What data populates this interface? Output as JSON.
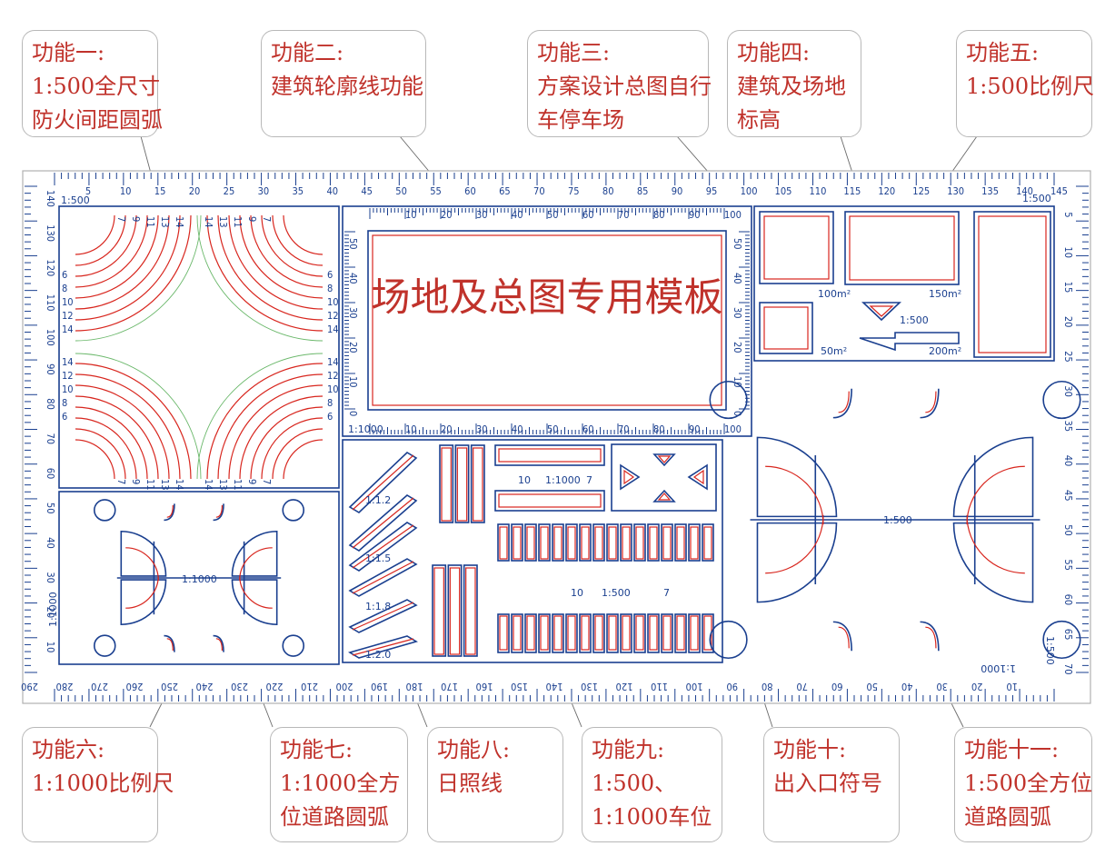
{
  "callouts": [
    {
      "id": "c1",
      "lines": [
        "功能一:",
        "1:500全尺寸",
        "防火间距圆弧"
      ]
    },
    {
      "id": "c2",
      "lines": [
        "功能二:",
        "建筑轮廓线功能"
      ]
    },
    {
      "id": "c3",
      "lines": [
        "功能三:",
        "方案设计总图自行",
        "车停车场"
      ]
    },
    {
      "id": "c4",
      "lines": [
        "功能四:",
        "建筑及场地",
        "标高"
      ]
    },
    {
      "id": "c5",
      "lines": [
        "功能五:",
        "1:500比例尺"
      ]
    },
    {
      "id": "c6",
      "lines": [
        "功能六:",
        "1:1000比例尺"
      ]
    },
    {
      "id": "c7",
      "lines": [
        "功能七:",
        "1:1000全方",
        "位道路圆弧"
      ]
    },
    {
      "id": "c8",
      "lines": [
        "功能八:",
        "日照线"
      ]
    },
    {
      "id": "c9",
      "lines": [
        "功能九:",
        "1:500、",
        "1:1000车位"
      ]
    },
    {
      "id": "c10",
      "lines": [
        "功能十:",
        "出入口符号"
      ]
    },
    {
      "id": "c11",
      "lines": [
        "功能十一:",
        "1:500全方位",
        "道路圆弧"
      ]
    }
  ],
  "template": {
    "title": "场地及总图专用模板",
    "top_ruler_labels": [
      "5",
      "10",
      "15",
      "20",
      "25",
      "30",
      "35",
      "40",
      "45",
      "50",
      "55",
      "60",
      "65",
      "70",
      "75",
      "80",
      "85",
      "90",
      "95",
      "100",
      "105",
      "110",
      "115",
      "120",
      "125",
      "130",
      "135",
      "140",
      "145"
    ],
    "bottom_ruler_labels": [
      "290",
      "280",
      "270",
      "260",
      "250",
      "240",
      "230",
      "220",
      "210",
      "200",
      "190",
      "180",
      "170",
      "160",
      "150",
      "140",
      "130",
      "120",
      "110",
      "100",
      "90",
      "80",
      "70",
      "60",
      "50",
      "40",
      "30",
      "20",
      "10"
    ],
    "left_ruler_labels": [
      "140",
      "130",
      "120",
      "110",
      "100",
      "90",
      "80",
      "70",
      "60",
      "50",
      "40",
      "30",
      "20",
      "10"
    ],
    "right_ruler_labels": [
      "5",
      "10",
      "15",
      "20",
      "25",
      "30",
      "35",
      "40",
      "45",
      "50",
      "55",
      "60",
      "65",
      "70"
    ],
    "scale_labels": {
      "top_left": "1:500",
      "top_right": "1:500",
      "bottom_left": "1:1000",
      "bottom_right_a": "1:1000",
      "bottom_right_b": "1:500",
      "title_ruler": "1:1000"
    },
    "title_ruler_top": [
      "10",
      "20",
      "30",
      "40",
      "50",
      "60",
      "70",
      "80",
      "90",
      "100"
    ],
    "title_ruler_bottom": [
      "10",
      "20",
      "30",
      "40",
      "50",
      "60",
      "70",
      "80",
      "90",
      "100"
    ],
    "title_ruler_side": [
      "50",
      "40",
      "30",
      "20",
      "10",
      "0"
    ],
    "arc_numbers_top": [
      "7",
      "9",
      "11",
      "13",
      "14"
    ],
    "arc_numbers_side": [
      "6",
      "8",
      "10",
      "12",
      "14"
    ],
    "area_labels": [
      "100m²",
      "150m²",
      "50m²",
      "200m²"
    ],
    "elevation_scale": "1:500",
    "road_scale_small": "1:1000",
    "road_scale_large": "1:500",
    "sun_ratios": [
      "1:1.2",
      "1:1.5",
      "1:1.8",
      "1:2.0"
    ],
    "parking_small": {
      "n1": "10",
      "scale": "1:1000",
      "n2": "7"
    },
    "parking_large": {
      "n1": "10",
      "scale": "1:500",
      "n2": "7"
    }
  }
}
